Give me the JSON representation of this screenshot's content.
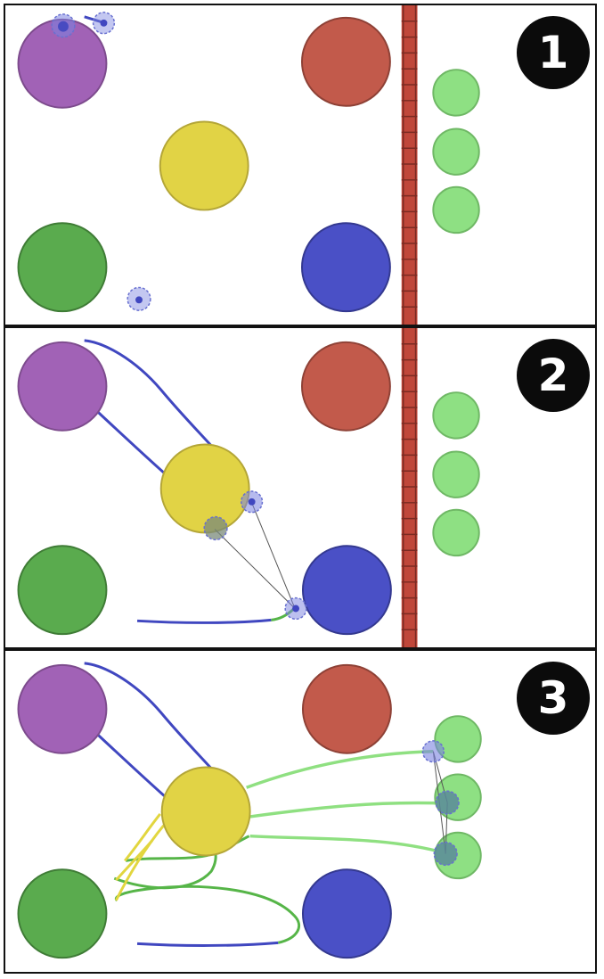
{
  "panels": [
    {
      "id": "1",
      "label": "1"
    },
    {
      "id": "2",
      "label": "2"
    },
    {
      "id": "3",
      "label": "3"
    }
  ],
  "colors": {
    "purple": "#a162b6",
    "red": "#c25a4b",
    "yellow": "#e1d345",
    "green": "#5aab4e",
    "blue": "#4a50c6",
    "light_green": "#8ee083",
    "wall": "#c0473a",
    "trail_blue": "#4047c0",
    "trail_green": "#56b548",
    "trail_light_green": "#8fe081",
    "trail_yellow": "#e2d63f",
    "agent": "#7a82e0"
  }
}
